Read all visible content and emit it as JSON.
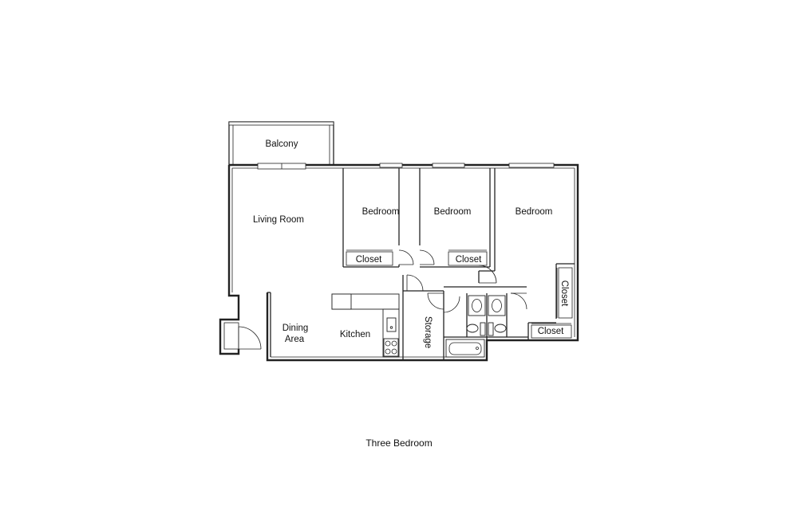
{
  "plan": {
    "rooms": {
      "balcony": "Balcony",
      "living_room": "Living Room",
      "bedroom_1": "Bedroom",
      "bedroom_2": "Bedroom",
      "bedroom_3": "Bedroom",
      "closet_1": "Closet",
      "closet_2": "Closet",
      "closet_side": "Closet",
      "closet_3": "Closet",
      "storage": "Storage",
      "dining_line1": "Dining",
      "dining_line2": "Area",
      "kitchen": "Kitchen"
    },
    "caption": "Three Bedroom"
  }
}
